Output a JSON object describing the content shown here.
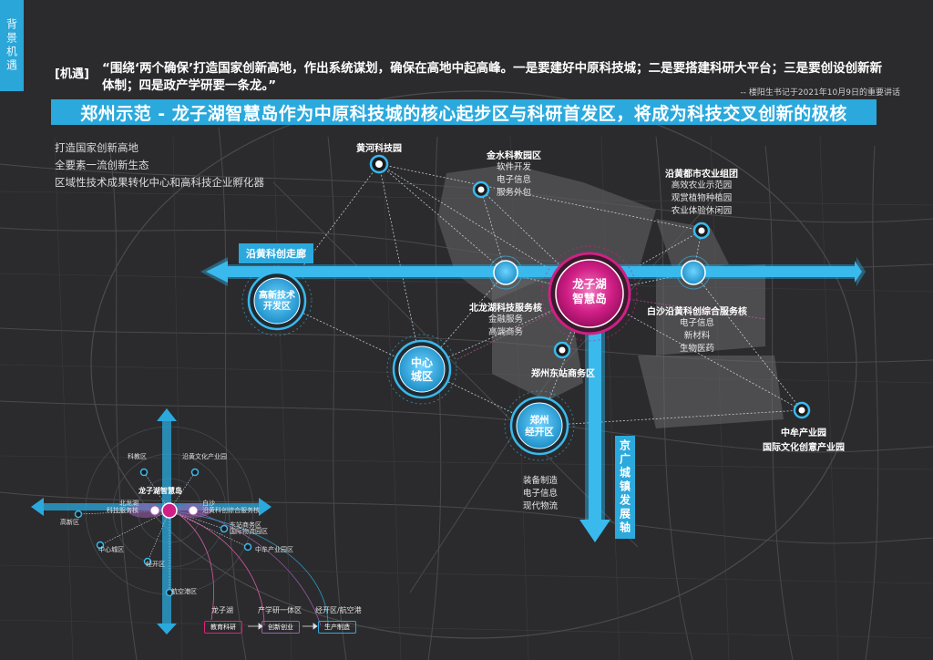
{
  "side_tab": "背景机遇",
  "quote": {
    "tag": "[机遇]",
    "text": "“围绕‘两个确保’打造国家创新高地，作出系统谋划，确保在高地中起高峰。一是要建好中原科技城；二是要搭建科研大平台；三是要创设创新新体制；四是政产学研要一条龙。”",
    "source": "-- 楼阳生书记于2021年10月9日的重要讲话"
  },
  "headline": "郑州示范 - 龙子湖智慧岛作为中原科技城的核心起步区与科研首发区，将成为科技交叉创新的极核",
  "goals": [
    "打造国家创新高地",
    "全要素一流创新生态",
    "区域性技术成果转化中心和高科技企业孵化器"
  ],
  "corridors": {
    "east_west": "沿黄科创走廊",
    "north_south": "京广城镇发展轴"
  },
  "nodes": {
    "core": "龙子湖\n智慧岛",
    "gaoxin": "高新技术\n开发区",
    "zhongxin": "中心\n城区",
    "jingkai": "郑州\n经开区",
    "huanghe": "黄河科技园",
    "jinshui": {
      "title": "金水科教园区",
      "items": [
        "软件开发",
        "电子信息",
        "服务外包"
      ]
    },
    "yanhuang_agri": {
      "title": "沿黄都市农业组团",
      "items": [
        "高效农业示范园",
        "观赏植物种植园",
        "农业体验休闲园"
      ]
    },
    "beilonghu": {
      "title": "北龙湖科技服务核",
      "items": [
        "金融服务",
        "高端商务"
      ]
    },
    "baisha": {
      "title": "白沙沿黄科创综合服务核",
      "items": [
        "电子信息",
        "新材料",
        "生物医药"
      ]
    },
    "dongzhan": "郑州东站商务区",
    "zhongmou": {
      "title": "中牟产业园",
      "subtitle": "国际文化创意产业园"
    },
    "jingkai_items": [
      "装备制造",
      "电子信息",
      "现代物流"
    ]
  },
  "mini_map": {
    "core": "龙子湖智慧岛",
    "labels": {
      "keji": "科教区",
      "yanhuang_culture": "沿黄文化产业园",
      "beilonghu": "北龙湖\n科技服务核",
      "baisha": "白沙\n沿黄科创综合服务核",
      "gaoxin": "高新区",
      "zhongxin": "中心城区",
      "dongzhan": "东站商务区",
      "guoji": "国际物流园区",
      "zhongmou": "中牟产业园区",
      "jingkai": "经开区",
      "hangkong": "航空港区"
    },
    "legend": [
      {
        "top": "龙子湖",
        "chip": "教育科研",
        "color": "#e0207e"
      },
      {
        "top": "产学研一体区",
        "chip": "创新创业",
        "color": "#9c5fb0"
      },
      {
        "top": "经开区/航空港",
        "chip": "生产制造",
        "color": "#2ba9dd"
      }
    ]
  }
}
